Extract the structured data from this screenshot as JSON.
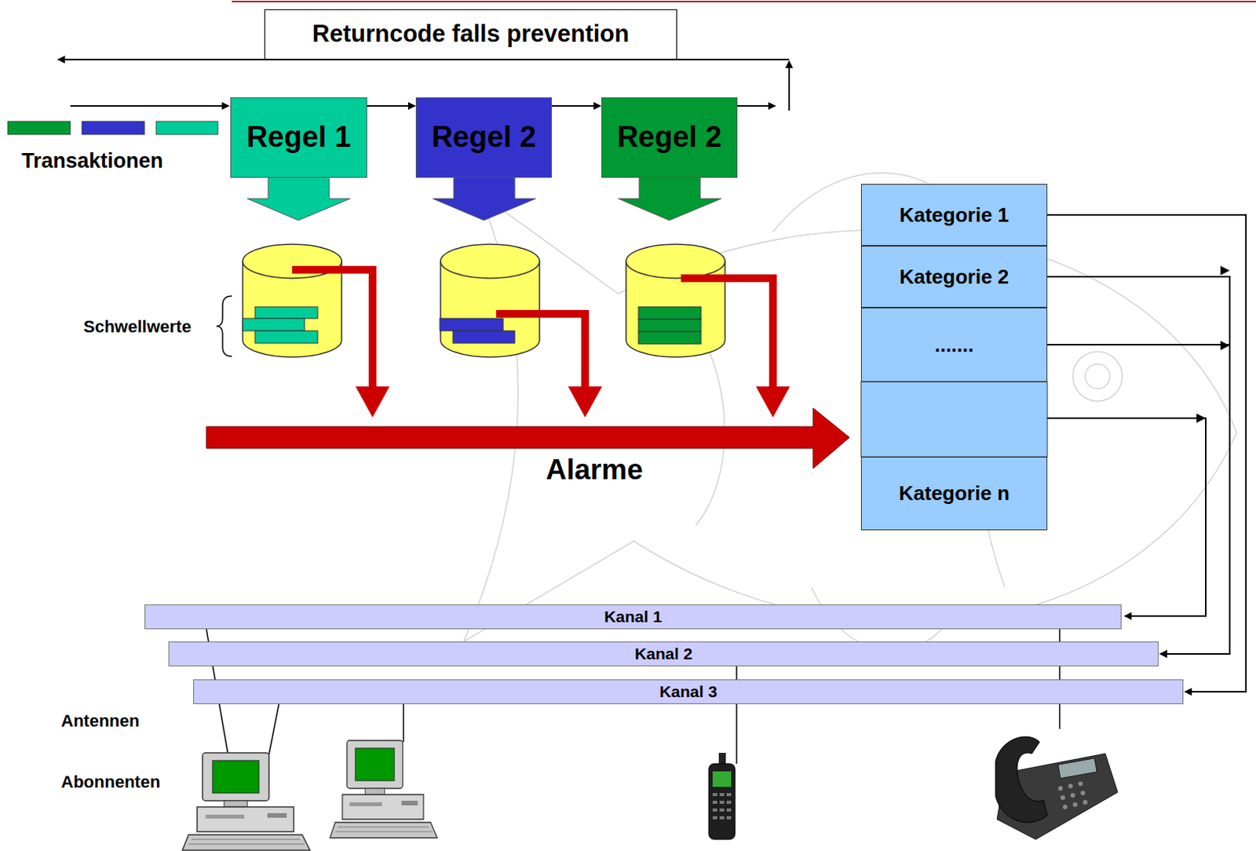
{
  "diagram": {
    "nodes": [
      {
        "text": [
          "Returncode falls prevention"
        ]
      },
      {
        "text": [
          "Regel 1"
        ]
      },
      {
        "text": [
          "Regel 2"
        ]
      },
      {
        "text": [
          "Regel 2"
        ]
      },
      {
        "text": [
          "Kategorie 1"
        ]
      },
      {
        "text": [
          "Kategorie 2"
        ]
      },
      {
        "text": [
          "......."
        ]
      },
      {
        "text": [
          "Kategorie n"
        ]
      },
      {
        "text": [
          "Kanal 1"
        ]
      },
      {
        "text": [
          "Kanal 2"
        ]
      },
      {
        "text": [
          "Kanal 3"
        ]
      }
    ],
    "edges": [
      {
        "from": 1,
        "to": 2,
        "arrow": "to"
      },
      {
        "from": 2,
        "to": 3,
        "arrow": "to"
      },
      {
        "from": 4,
        "to": 10,
        "arrow": "to"
      },
      {
        "from": 5,
        "to": 9,
        "arrow": "to"
      },
      {
        "from": 6,
        "to": 9,
        "arrow": "to"
      }
    ],
    "labels": [
      "Transaktionen",
      "Schwellwerte",
      "Alarme",
      "Antennen",
      "Abonnenten"
    ]
  }
}
